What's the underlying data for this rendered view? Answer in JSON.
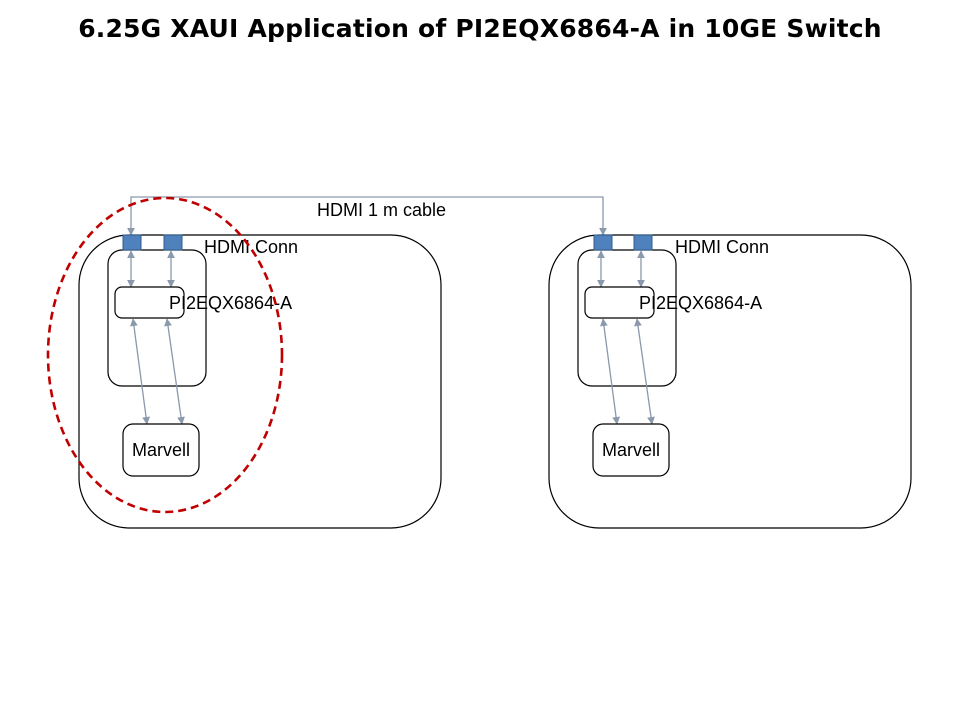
{
  "title": "6.25G XAUI Application of PI2EQX6864-A in 10GE Switch",
  "cable_label": "HDMI 1 m cable",
  "colors": {
    "connector_fill": "#4F81BD",
    "connector_stroke": "#2F5C8A",
    "arrow": "#8A99AB",
    "highlight": "#C00000"
  },
  "boards": [
    {
      "connector_label": "HDMI Conn",
      "chip_label": "PI2EQX6864-A",
      "phy_label": "Marvell"
    },
    {
      "connector_label": "HDMI Conn",
      "chip_label": "PI2EQX6864-A",
      "phy_label": "Marvell"
    }
  ]
}
